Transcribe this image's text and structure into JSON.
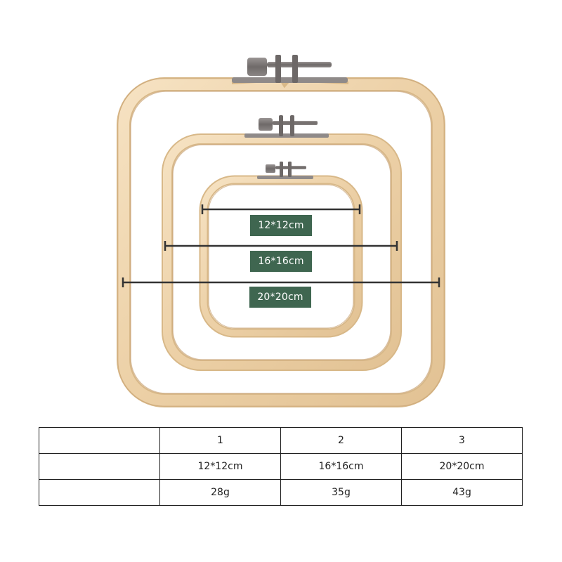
{
  "colors": {
    "wood_light": "#f4dcb8",
    "wood_mid": "#e9c99c",
    "wood_dark": "#caa57a",
    "metal": "#7a7675",
    "label_bg": "#3f6650",
    "measure_line": "#333333",
    "table_border": "#1f1f1f"
  },
  "hoops": [
    {
      "id": "small",
      "label": "12*12cm"
    },
    {
      "id": "medium",
      "label": "16*16cm"
    },
    {
      "id": "large",
      "label": "20*20cm"
    }
  ],
  "table": {
    "headers": [
      "",
      "1",
      "2",
      "3"
    ],
    "rows": [
      [
        "",
        "12*12cm",
        "16*16cm",
        "20*20cm"
      ],
      [
        "",
        "28g",
        "35g",
        "43g"
      ]
    ]
  }
}
